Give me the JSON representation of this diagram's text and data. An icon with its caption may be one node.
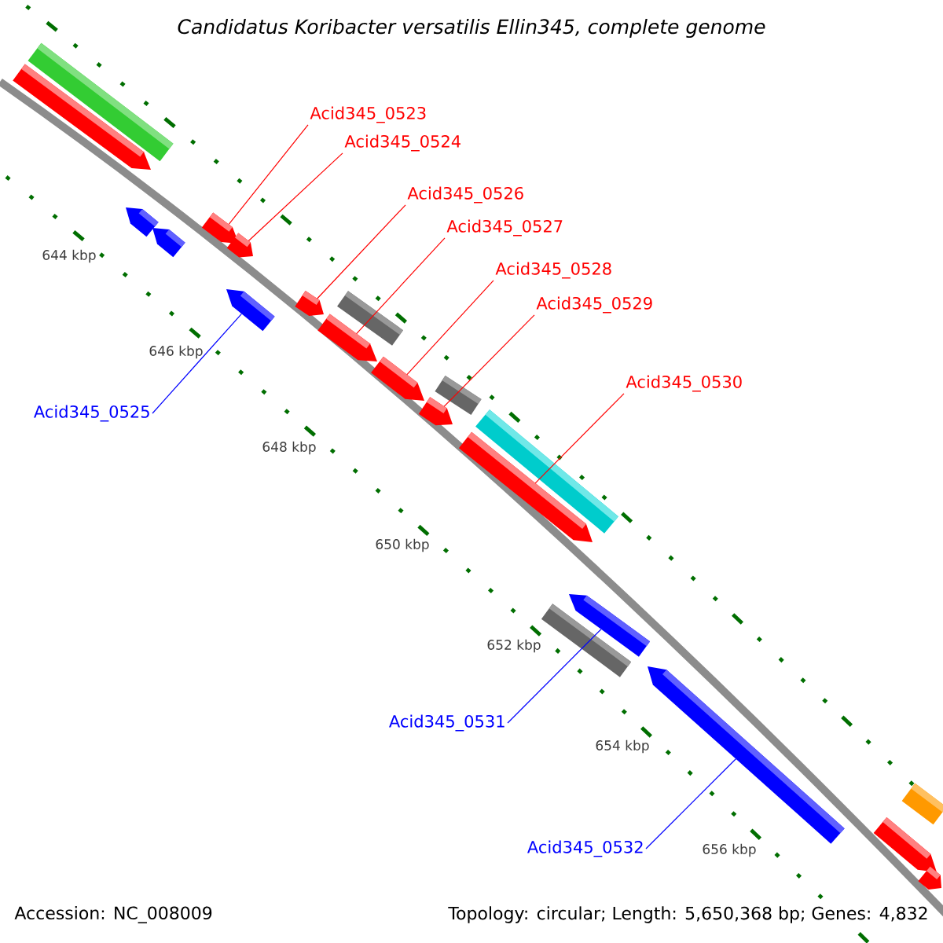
{
  "diagram": {
    "title": "Candidatus Koribacter versatilis Ellin345, complete genome",
    "nodes": [
      {
        "text": [
          "Acid345_0523"
        ]
      },
      {
        "text": [
          "Acid345_0524"
        ]
      },
      {
        "text": [
          "Acid345_0526"
        ]
      },
      {
        "text": [
          "Acid345_0527"
        ]
      },
      {
        "text": [
          "Acid345_0528"
        ]
      },
      {
        "text": [
          "Acid345_0529"
        ]
      },
      {
        "text": [
          "Acid345_0530"
        ]
      },
      {
        "text": [
          "Acid345_0525"
        ]
      },
      {
        "text": [
          "Acid345_0531"
        ]
      },
      {
        "text": [
          "Acid345_0532"
        ]
      },
      {
        "text": [],
        "shape": "bar"
      },
      {
        "text": [],
        "shape": "arrow"
      },
      {
        "text": [],
        "shape": "arrow"
      },
      {
        "text": [],
        "shape": "arrow"
      },
      {
        "text": [],
        "shape": "arrow"
      },
      {
        "text": [],
        "shape": "arrow"
      },
      {
        "text": [],
        "shape": "arrow"
      },
      {
        "text": [],
        "shape": "arrow"
      },
      {
        "text": [],
        "shape": "bar"
      },
      {
        "text": [],
        "shape": "arrow"
      },
      {
        "text": [],
        "shape": "arrow"
      },
      {
        "text": [],
        "shape": "arrow"
      },
      {
        "text": [],
        "shape": "bar"
      },
      {
        "text": [],
        "shape": "bar"
      },
      {
        "text": [],
        "shape": "arrow"
      },
      {
        "text": [],
        "shape": "arrow"
      },
      {
        "text": [],
        "shape": "bar"
      },
      {
        "text": [],
        "shape": "arrow"
      },
      {
        "text": [],
        "shape": "bar"
      },
      {
        "text": [],
        "shape": "arrow"
      },
      {
        "text": [],
        "shape": "arrow"
      }
    ],
    "edges": [
      {
        "from": 0,
        "to": 14,
        "arrow": "none"
      },
      {
        "from": 1,
        "to": 15,
        "arrow": "none"
      },
      {
        "from": 2,
        "to": 17,
        "arrow": "none"
      },
      {
        "from": 3,
        "to": 19,
        "arrow": "none"
      },
      {
        "from": 4,
        "to": 20,
        "arrow": "none"
      },
      {
        "from": 5,
        "to": 21,
        "arrow": "none"
      },
      {
        "from": 6,
        "to": 24,
        "arrow": "none"
      },
      {
        "from": 7,
        "to": 16,
        "arrow": "none",
        "color": "#0000ff"
      },
      {
        "from": 8,
        "to": 25,
        "arrow": "none",
        "color": "#0000ff"
      },
      {
        "from": 9,
        "to": 27,
        "arrow": "none",
        "color": "#0000ff"
      }
    ],
    "labels": [
      "644 kbp",
      "646 kbp",
      "648 kbp",
      "650 kbp",
      "652 kbp",
      "654 kbp",
      "656 kbp",
      "Accession: NC_008009",
      "Topology: circular; Length: 5,650,368 bp; Genes: 4,832"
    ]
  }
}
